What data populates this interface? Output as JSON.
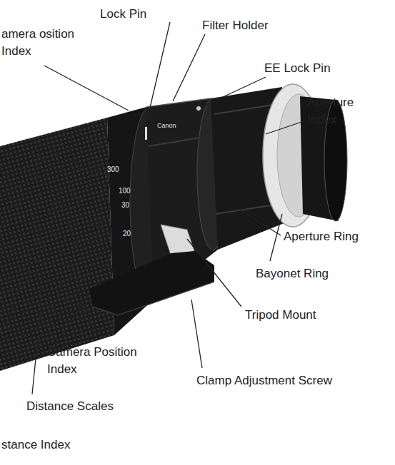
{
  "diagram": {
    "labels": [
      "Lock Pin",
      "amera osition Index",
      "Filter Holder",
      "EE Lock Pin",
      "Aperture Index",
      "Aperture Ring",
      "Bayonet Ring",
      "Tripod Mount",
      "Camera Position Index",
      "Clamp Adjustment Screw",
      "Distance Scales",
      "stance Index",
      "Canon",
      "300",
      "100",
      "30",
      "20"
    ]
  }
}
